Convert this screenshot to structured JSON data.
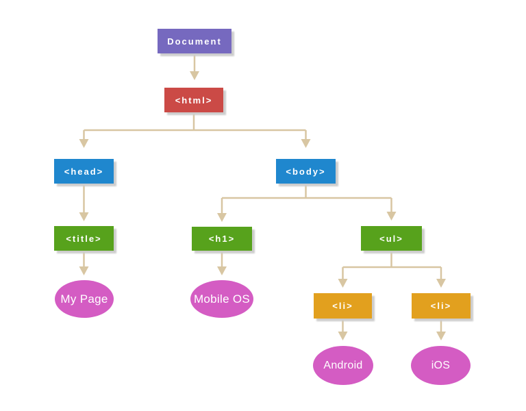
{
  "diagram": {
    "type": "dom-tree",
    "nodes": [
      {
        "id": "document",
        "label": "Document",
        "shape": "box",
        "color": "#7669bf"
      },
      {
        "id": "html",
        "label": "<html>",
        "shape": "box",
        "color": "#cb4a46"
      },
      {
        "id": "head",
        "label": "<head>",
        "shape": "box",
        "color": "#1f87ce"
      },
      {
        "id": "body",
        "label": "<body>",
        "shape": "box",
        "color": "#1f87ce"
      },
      {
        "id": "title",
        "label": "<title>",
        "shape": "box",
        "color": "#57a21c"
      },
      {
        "id": "h1",
        "label": "<h1>",
        "shape": "box",
        "color": "#57a21c"
      },
      {
        "id": "ul",
        "label": "<ul>",
        "shape": "box",
        "color": "#57a21c"
      },
      {
        "id": "li-1",
        "label": "<li>",
        "shape": "box",
        "color": "#e2a01e"
      },
      {
        "id": "li-2",
        "label": "<li>",
        "shape": "box",
        "color": "#e2a01e"
      },
      {
        "id": "my-page",
        "label": "My Page",
        "shape": "ellipse",
        "color": "#d45cc3"
      },
      {
        "id": "mobile-os",
        "label": "Mobile OS",
        "shape": "ellipse",
        "color": "#d45cc3"
      },
      {
        "id": "android",
        "label": "Android",
        "shape": "ellipse",
        "color": "#d45cc3"
      },
      {
        "id": "ios",
        "label": "iOS",
        "shape": "ellipse",
        "color": "#d45cc3"
      }
    ],
    "edges": [
      [
        "document",
        "html"
      ],
      [
        "html",
        "head"
      ],
      [
        "html",
        "body"
      ],
      [
        "head",
        "title"
      ],
      [
        "title",
        "my-page"
      ],
      [
        "body",
        "h1"
      ],
      [
        "body",
        "ul"
      ],
      [
        "h1",
        "mobile-os"
      ],
      [
        "ul",
        "li-1"
      ],
      [
        "ul",
        "li-2"
      ],
      [
        "li-1",
        "android"
      ],
      [
        "li-2",
        "ios"
      ]
    ],
    "connector_color": "#d8c6a2",
    "background_color": "#ffffff"
  }
}
